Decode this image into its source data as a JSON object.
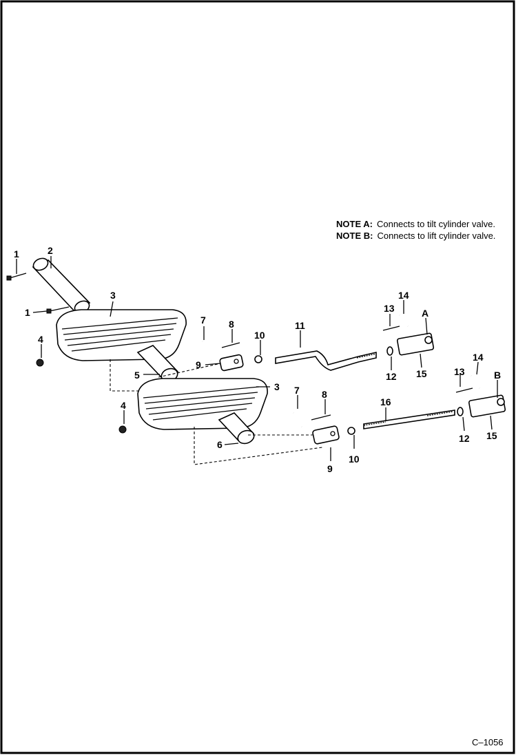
{
  "notes": [
    {
      "label": "NOTE A:",
      "text": "Connects to tilt cylinder valve."
    },
    {
      "label": "NOTE B:",
      "text": "Connects to lift cylinder valve."
    }
  ],
  "callouts": [
    "1",
    "2",
    "1",
    "3",
    "4",
    "5",
    "7",
    "8",
    "9",
    "10",
    "11",
    "13",
    "14",
    "A",
    "12",
    "15",
    "3",
    "4",
    "6",
    "7",
    "8",
    "9",
    "10",
    "16",
    "13",
    "14",
    "B",
    "12",
    "15"
  ],
  "figure_number": "C–1056"
}
